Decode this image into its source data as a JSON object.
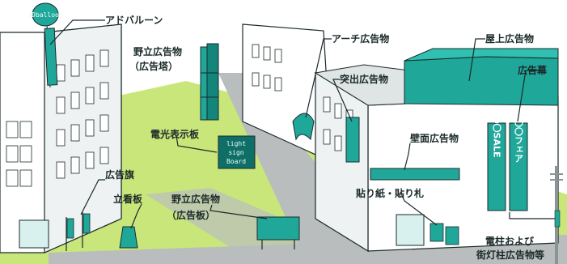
{
  "labels": {
    "ad_balloon": "アドバルーン",
    "standing_tower_1": "野立広告物",
    "standing_tower_2": "（広告塔）",
    "arch": "アーチ広告物",
    "rooftop": "屋上広告物",
    "projecting": "突出広告物",
    "banner_curtain": "広告幕",
    "electric_sign": "電光表示板",
    "wall": "壁面広告物",
    "flag": "広告旗",
    "standing_board": "立看板",
    "standing_board_ad_1": "野立広告物",
    "standing_board_ad_2": "（広告板）",
    "posters": "貼り紙・貼り札",
    "pole_1": "電柱および",
    "pole_2": "街灯柱広告物等"
  },
  "balloon_text": "ADballoon",
  "electric_board_lines": [
    "light",
    "sign",
    "Board"
  ],
  "banner_left": "〇〇SALE",
  "banner_right": "〇〇〇フェア",
  "colors": {
    "teal": "#1fa79a",
    "teal_dark": "#0f6f66",
    "grass": "#c9e67a",
    "road": "#b9bdbd",
    "building": "#ffffff",
    "outline": "#1b2a2a"
  }
}
